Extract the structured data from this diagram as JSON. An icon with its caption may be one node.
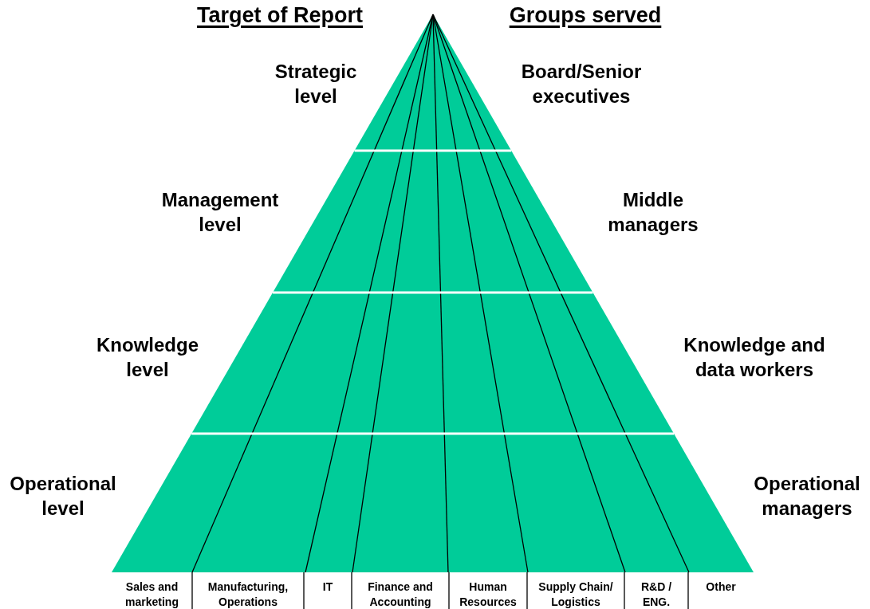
{
  "diagram": {
    "labels": [
      "Target of Report",
      "Groups served",
      "Strategic level",
      "Board/Senior executives",
      "Management level",
      "Middle managers",
      "Knowledge level",
      "Knowledge and data workers",
      "Operational level",
      "Operational managers",
      "Sales and marketing",
      "Manufacturing, Operations",
      "IT",
      "Finance and Accounting",
      "Human Resources",
      "Supply Chain/ Logistics",
      "R&D / ENG.",
      "Other"
    ]
  }
}
